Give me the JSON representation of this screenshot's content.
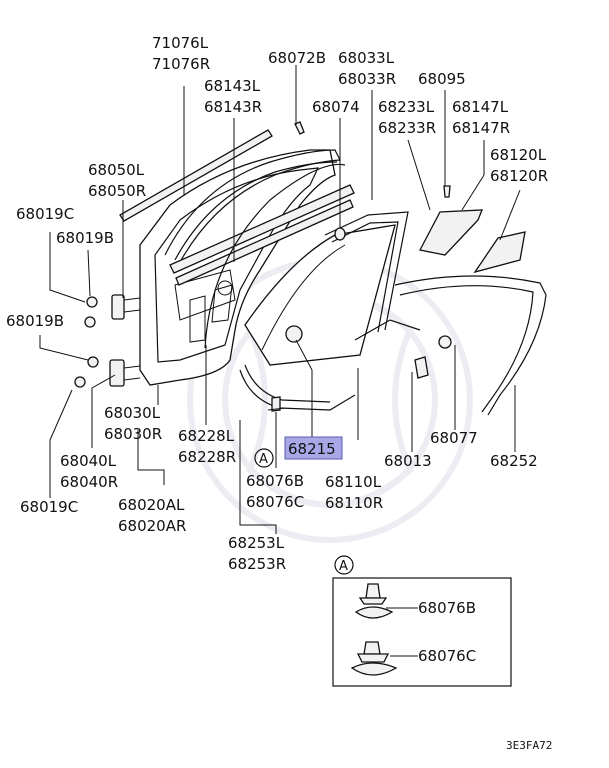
{
  "labels": {
    "p71076": [
      "71076L",
      "71076R"
    ],
    "p68072": [
      "68072B"
    ],
    "p68033": [
      "68033L",
      "68033R"
    ],
    "p68095": [
      "68095"
    ],
    "p68143": [
      "68143L",
      "68143R"
    ],
    "p68074": [
      "68074"
    ],
    "p68233": [
      "68233L",
      "68233R"
    ],
    "p68147": [
      "68147L",
      "68147R"
    ],
    "p68050": [
      "68050L",
      "68050R"
    ],
    "p68120": [
      "68120L",
      "68120R"
    ],
    "p68019c_top": [
      "68019C"
    ],
    "p68019b": [
      "68019B"
    ],
    "p68019b_left": [
      "68019B"
    ],
    "p68030": [
      "68030L",
      "68030R"
    ],
    "p68228": [
      "68228L",
      "68228R"
    ],
    "p68215": [
      "68215"
    ],
    "p68077": [
      "68077"
    ],
    "p68040": [
      "68040L",
      "68040R"
    ],
    "p68013": [
      "68013"
    ],
    "p68252": [
      "68252"
    ],
    "p68110": [
      "68110L",
      "68110R"
    ],
    "p68076": [
      "68076B",
      "68076C"
    ],
    "p68020": [
      "68020AL",
      "68020AR"
    ],
    "p68019c_bottom": [
      "68019C"
    ],
    "p68253": [
      "68253L",
      "68253R"
    ],
    "detail_68076b": [
      "68076B"
    ],
    "detail_68076c": [
      "68076C"
    ]
  },
  "callout_letter": "A",
  "detail_letter": "A",
  "diagram_code": "3E3FA72",
  "highlight_color": "#a8a8e8"
}
